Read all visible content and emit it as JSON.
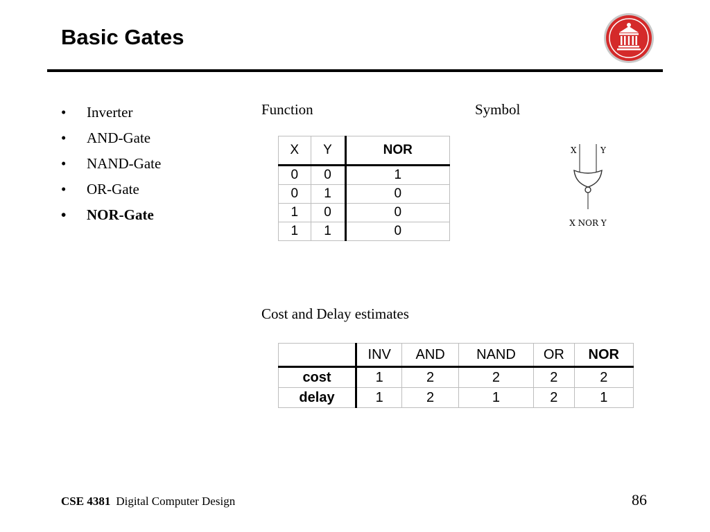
{
  "slide": {
    "title": "Basic Gates",
    "bullets": [
      "Inverter",
      "AND-Gate",
      "NAND-Gate",
      "OR-Gate",
      "NOR-Gate"
    ],
    "active_bullet": "NOR-Gate",
    "bullet_glyph": "•",
    "function_label": "Function",
    "symbol_label": "Symbol",
    "cost_label": "Cost and Delay estimates"
  },
  "truth_table": {
    "headers": [
      "X",
      "Y",
      "NOR"
    ],
    "rows": [
      [
        "0",
        "0",
        "1"
      ],
      [
        "0",
        "1",
        "0"
      ],
      [
        "1",
        "0",
        "0"
      ],
      [
        "1",
        "1",
        "0"
      ]
    ]
  },
  "symbol": {
    "input_x": "X",
    "input_y": "Y",
    "output_label": "X NOR Y"
  },
  "cost_table": {
    "headers": [
      "",
      "INV",
      "AND",
      "NAND",
      "OR",
      "NOR"
    ],
    "rows": [
      [
        "cost",
        "1",
        "2",
        "2",
        "2",
        "2"
      ],
      [
        "delay",
        "1",
        "2",
        "1",
        "2",
        "1"
      ]
    ]
  },
  "footer": {
    "course_code": "CSE 4381",
    "course_name": "Digital Computer Design",
    "page_number": "86"
  },
  "colors": {
    "logo_red": "#d42a2a",
    "rule": "#000000",
    "grid": "#bdbdbd"
  }
}
